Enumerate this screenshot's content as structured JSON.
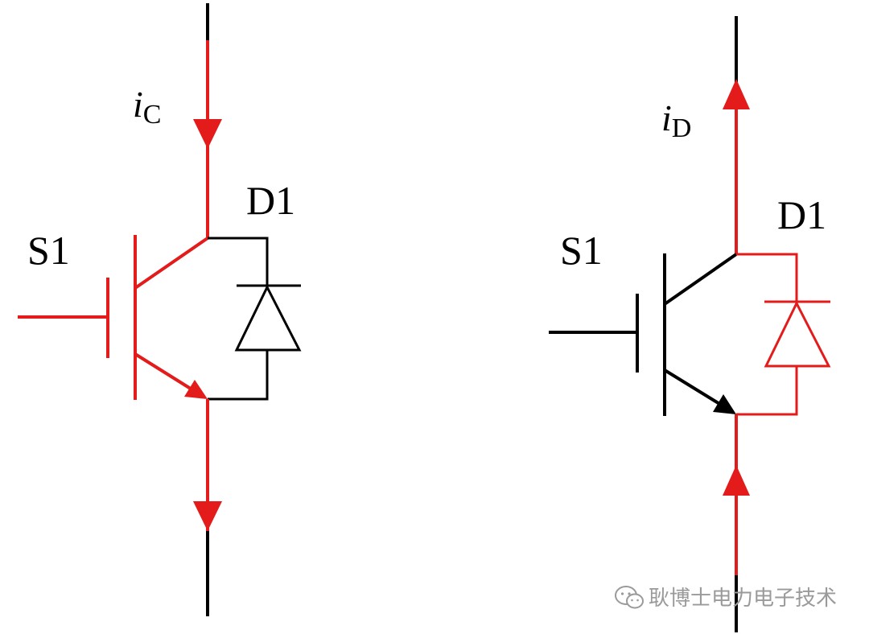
{
  "colors": {
    "conducting": "#e31b1b",
    "idle": "#000000",
    "watermark": "#9a9a9a"
  },
  "circuits": [
    {
      "name": "igbt-conducting",
      "current": {
        "symbol": "i",
        "subscript": "C",
        "direction": "down"
      },
      "switch_label": "S1",
      "diode_label": "D1",
      "active_path": "transistor"
    },
    {
      "name": "diode-conducting",
      "current": {
        "symbol": "i",
        "subscript": "D",
        "direction": "up"
      },
      "switch_label": "S1",
      "diode_label": "D1",
      "active_path": "diode"
    }
  ],
  "watermark": {
    "icon": "wechat-icon",
    "text": "耿博士电力电子技术"
  }
}
